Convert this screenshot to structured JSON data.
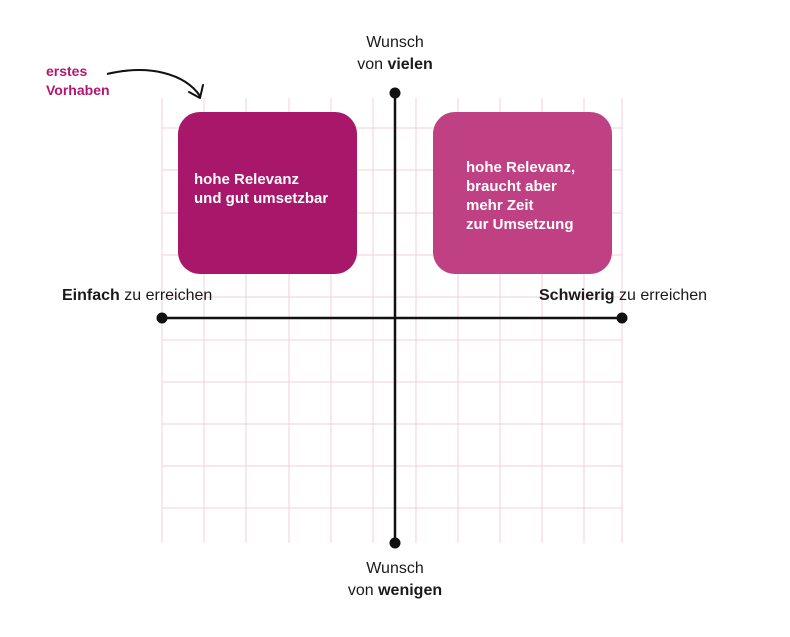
{
  "colors": {
    "grid": "#f3cfd9",
    "axis": "#111111",
    "box_left": "#a8176a",
    "box_right": "#c04084",
    "accent_text": "#b4176f"
  },
  "axes": {
    "top": {
      "line1": "Wunsch",
      "pre": "von ",
      "bold": "vielen"
    },
    "bottom": {
      "line1": "Wunsch",
      "pre": "von ",
      "bold": "wenigen"
    },
    "left": {
      "bold": "Einfach",
      "rest": " zu erreichen"
    },
    "right": {
      "bold": "Schwierig",
      "rest": " zu erreichen"
    }
  },
  "quadrants": {
    "top_left": {
      "text": "hohe Relevanz\nund gut umsetzbar"
    },
    "top_right": {
      "text": "hohe Relevanz,\nbraucht aber\nmehr Zeit\nzur Umsetzung"
    }
  },
  "annotation": {
    "line1": "erstes",
    "line2": "Vorhaben"
  }
}
